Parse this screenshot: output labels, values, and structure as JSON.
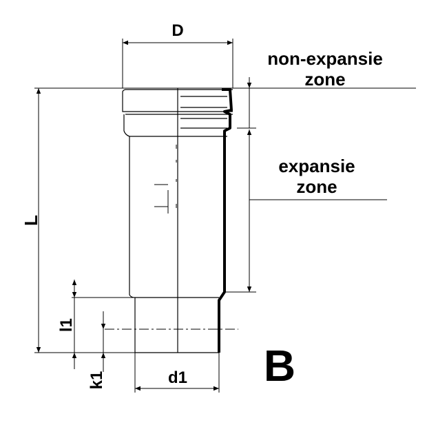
{
  "labels": {
    "D": "D",
    "L": "L",
    "l1": "l1",
    "k1": "k1",
    "d1": "d1",
    "non_expansie_line1": "non-expansie",
    "non_expansie_line2": "zone",
    "expansie_line1": "expansie",
    "expansie_line2": "zone",
    "variant": "B"
  }
}
